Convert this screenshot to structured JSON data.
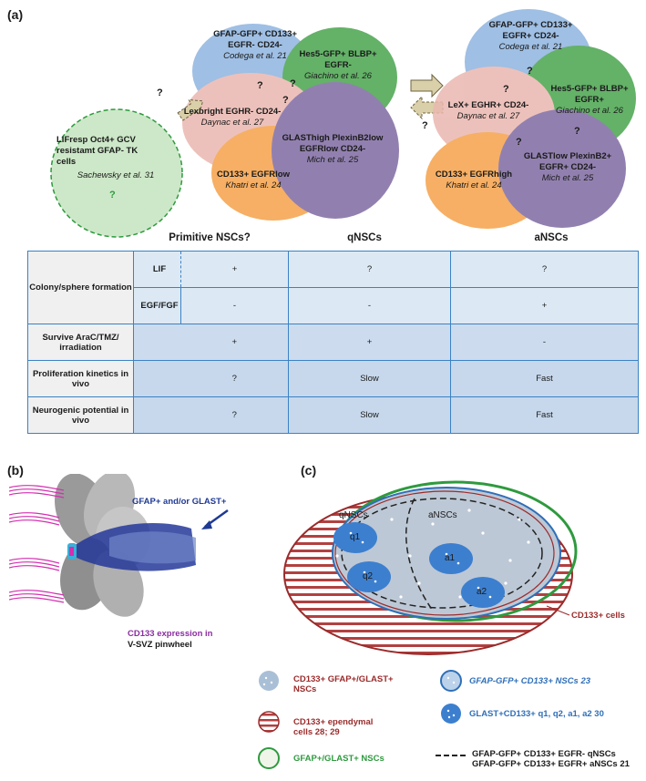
{
  "panels": {
    "a": "(a)",
    "b": "(b)",
    "c": "(c)"
  },
  "colors": {
    "blue_ellipse": "#8fb5e0",
    "green_ellipse": "#4aa44e",
    "pink_ellipse": "#eab7b0",
    "orange_ellipse": "#f5a24a",
    "purple_ellipse": "#7e6aa2",
    "primitive_green": "#cde8c8",
    "table_border": "#3b82c4",
    "cd133_red": "#9b2b2b",
    "gfap_green": "#2e9a3e",
    "glast_blue": "#2f6fb8"
  },
  "panel_a": {
    "left_cluster": {
      "blue": {
        "line1": "GFAP-GFP+ CD133+",
        "line2": "EGFR- CD24-",
        "cite": "Codega et al. 21"
      },
      "green": {
        "line1": "Hes5-GFP+ BLBP+",
        "line2": "EGFR-",
        "cite": "Giachino et al. 26"
      },
      "pink": {
        "line1": "Lexbright EGHR- CD24-",
        "cite": "Daynac et al. 27"
      },
      "orange": {
        "line1": "CD133+ EGFRlow",
        "cite": "Khatri et al. 24"
      },
      "purple": {
        "line1": "GLASThigh PlexinB2low",
        "line2": "EGFRlow CD24-",
        "cite": "Mich et al. 25"
      },
      "primitive": {
        "line1": "LIFresp Oct4+ GCV",
        "line2": "resistamt GFAP- TK",
        "line3": "cells",
        "cite": "Sachewsky et al. 31",
        "q": "?"
      }
    },
    "right_cluster": {
      "blue": {
        "line1": "GFAP-GFP+ CD133+",
        "line2": "EGFR+ CD24-",
        "cite": "Codega et al. 21"
      },
      "green": {
        "line1": "Hes5-GFP+ BLBP+",
        "line2": "EGFR+",
        "cite": "Giachino et al. 26"
      },
      "pink": {
        "line1": "LeX+ EGHR+ CD24-",
        "cite": "Daynac et al. 27"
      },
      "orange": {
        "line1": "CD133+ EGFRhigh",
        "cite": "Khatri et al. 24"
      },
      "purple": {
        "line1": "GLASTlow PlexinB2+",
        "line2": "EGFR+ CD24-",
        "cite": "Mich et al. 25"
      }
    },
    "question_mark": "?",
    "column_headers": [
      "Primitive NSCs?",
      "qNSCs",
      "aNSCs"
    ],
    "table": {
      "colony": {
        "label": "Colony/sphere formation",
        "lif": {
          "label": "LIF",
          "values": [
            "+",
            "?",
            "?"
          ]
        },
        "egf": {
          "label": "EGF/FGF",
          "values": [
            "-",
            "-",
            "+"
          ]
        }
      },
      "rows": [
        {
          "label": "Survive AraC/TMZ/ irradiation",
          "values": [
            "+",
            "+",
            "-"
          ]
        },
        {
          "label": "Proliferation kinetics in vivo",
          "values": [
            "?",
            "Slow",
            "Fast"
          ]
        },
        {
          "label": "Neurogenic potential in vivo",
          "values": [
            "?",
            "Slow",
            "Fast"
          ]
        }
      ]
    }
  },
  "panel_b": {
    "marker_label": "GFAP+ and/or GLAST+",
    "caption_line1": "CD133 expression in",
    "caption_line2": "V-SVZ pinwheel"
  },
  "panel_c": {
    "qnscs": "qNSCs",
    "ansCs": "aNSCs",
    "q1": "q1",
    "q2": "q2",
    "a1": "a1",
    "a2": "a2",
    "cd133_cells": "CD133+ cells",
    "legend": {
      "item1_line1": "CD133+ GFAP+/GLAST+",
      "item1_line2": "NSCs",
      "item2": "GFAP-GFP+ CD133+ NSCs 23",
      "item3_line1": "CD133+ ependymal",
      "item3_line2": "cells 28; 29",
      "item4": "GLAST+CD133+ q1, q2, a1, a2 30",
      "item5": "GFAP+/GLAST+ NSCs",
      "item6_line1": "GFAP-GFP+ CD133+ EGFR- qNSCs",
      "item6_line2": "GFAP-GFP+ CD133+ EGFR+ aNSCs 21"
    }
  }
}
